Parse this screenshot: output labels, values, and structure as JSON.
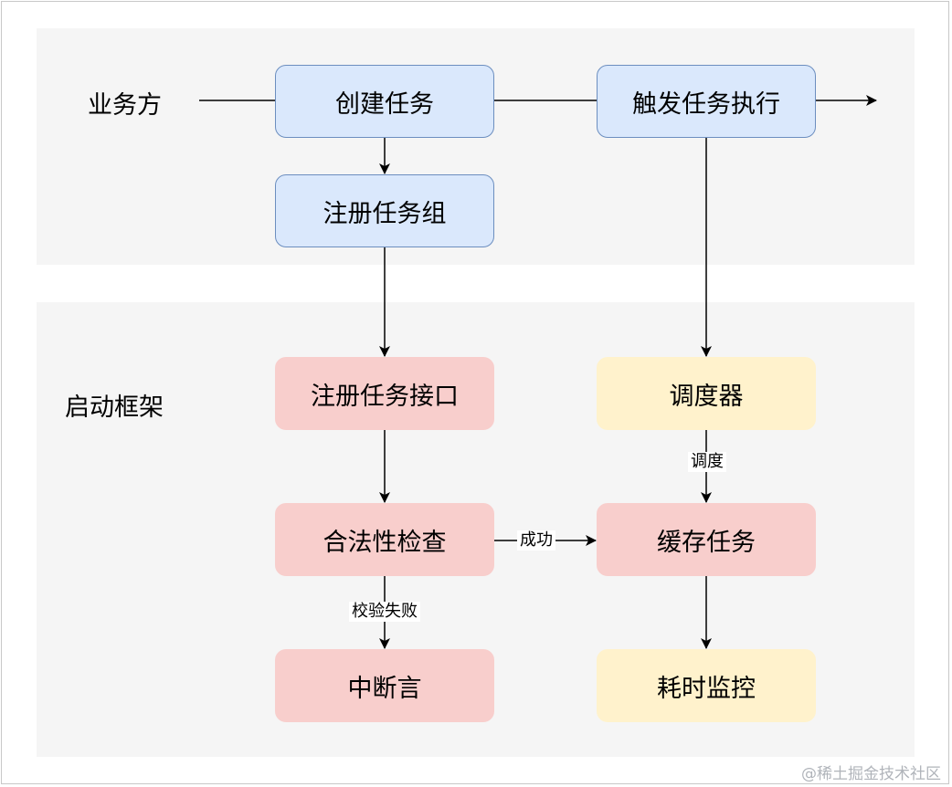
{
  "lanes": {
    "business": "业务方",
    "framework": "启动框架"
  },
  "nodes": {
    "create_task": "创建任务",
    "trigger_task": "触发任务执行",
    "register_group": "注册任务组",
    "register_api": "注册任务接口",
    "scheduler": "调度器",
    "validity_check": "合法性检查",
    "cache_task": "缓存任务",
    "assert": "中断言",
    "time_monitor": "耗时监控"
  },
  "edges": {
    "success": "成功",
    "validation_failed": "校验失败",
    "schedule": "调度"
  },
  "colors": {
    "blue_fill": "#dae8fc",
    "blue_stroke": "#6c8ebf",
    "red_fill": "#f8cecc",
    "yellow_fill": "#fff2cc",
    "lane_fill": "#f5f5f5"
  },
  "watermark": "@稀土掘金技术社区"
}
